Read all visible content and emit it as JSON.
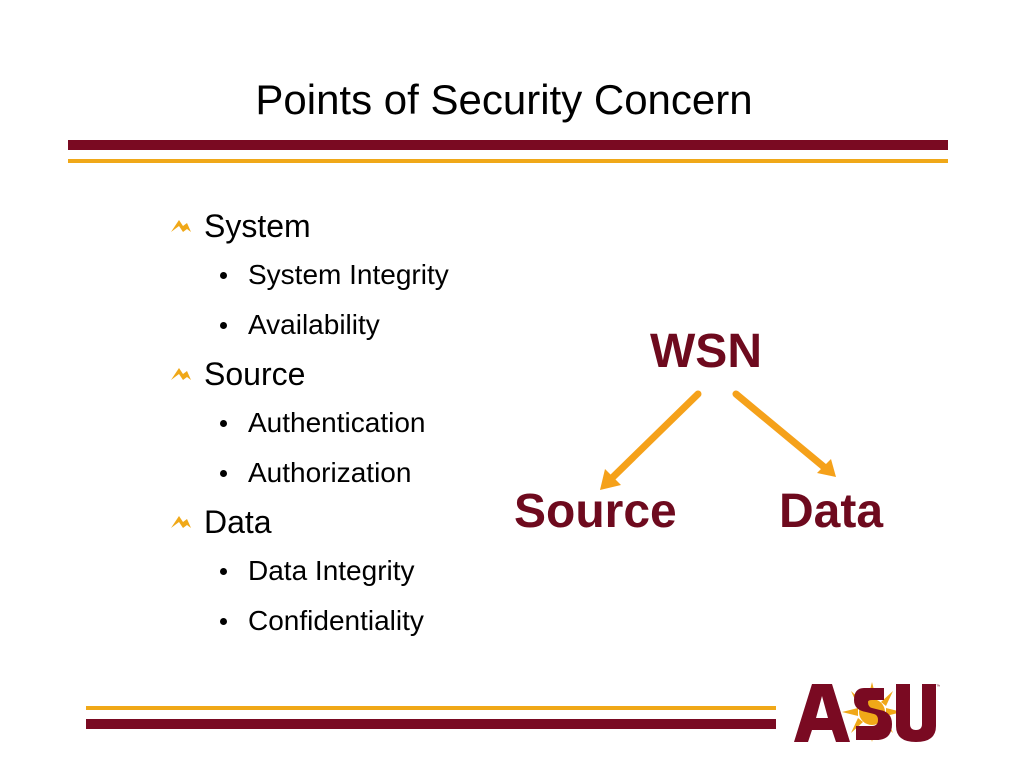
{
  "slide": {
    "title": "Points of Security Concern"
  },
  "outline": {
    "sections": [
      {
        "label": "System",
        "items": [
          "System Integrity",
          "Availability"
        ]
      },
      {
        "label": "Source",
        "items": [
          "Authentication",
          "Authorization"
        ]
      },
      {
        "label": "Data",
        "items": [
          "Data Integrity",
          "Confidentiality"
        ]
      }
    ]
  },
  "diagram": {
    "root": "WSN",
    "left_child": "Source",
    "right_child": "Data"
  },
  "colors": {
    "maroon": "#7a0a22",
    "gold": "#f0a818",
    "label_maroon": "#6e0a1e",
    "arrow": "#f5a11a"
  },
  "icons": {
    "section_bullet": "gold-flag-icon",
    "item_bullet": "black-dot-icon",
    "logo": "asu-logo"
  },
  "logo": {
    "text": "ASU"
  }
}
